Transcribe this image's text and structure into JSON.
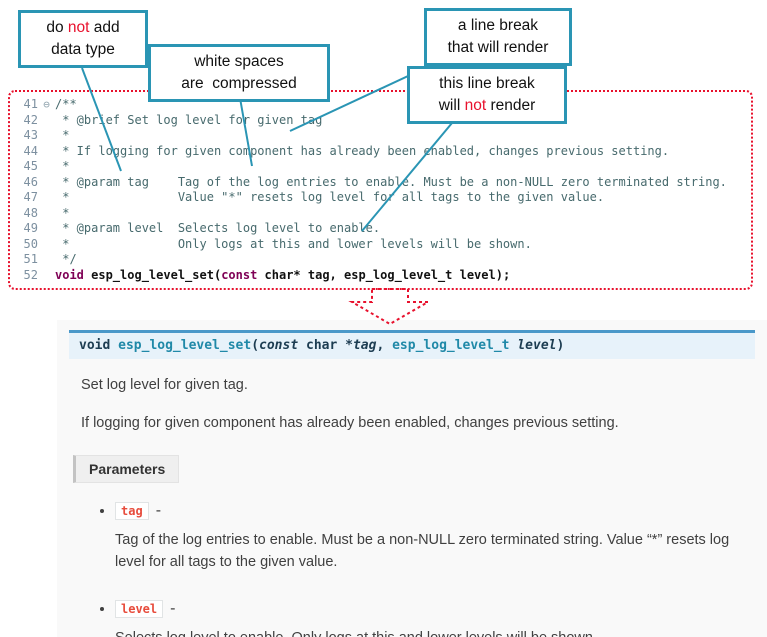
{
  "colors": {
    "callout_border": "#2a95b4",
    "annotation_red": "#e8112d",
    "signature_bar_bg": "#e7f2fa",
    "signature_bar_border": "#4a98c9",
    "inline_code_red": "#e74c3c"
  },
  "callouts": {
    "c1": {
      "l1_pre": "do ",
      "l1_red": "not",
      "l1_post": " add",
      "l2": "data type"
    },
    "c2": {
      "l1": "white spaces",
      "l2": "are  compressed"
    },
    "c3": {
      "l1": "a line break",
      "l2": "that will render"
    },
    "c4": {
      "l1": "this line break",
      "l2_pre": "will ",
      "l2_red": "not",
      "l2_post": " render"
    }
  },
  "code": {
    "lines": [
      {
        "num": "41",
        "fold": "⊖",
        "text": "/**"
      },
      {
        "num": "42",
        "fold": "",
        "text": " * @brief Set log level for given tag"
      },
      {
        "num": "43",
        "fold": "",
        "text": " *"
      },
      {
        "num": "44",
        "fold": "",
        "text": " * If logging for given component has already been enabled, changes previous setting."
      },
      {
        "num": "45",
        "fold": "",
        "text": " *"
      },
      {
        "num": "46",
        "fold": "",
        "text": " * @param tag    Tag of the log entries to enable. Must be a non-NULL zero terminated string."
      },
      {
        "num": "47",
        "fold": "",
        "text": " *               Value \"*\" resets log level for all tags to the given value."
      },
      {
        "num": "48",
        "fold": "",
        "text": " *"
      },
      {
        "num": "49",
        "fold": "",
        "text": " * @param level  Selects log level to enable."
      },
      {
        "num": "50",
        "fold": "",
        "text": " *               Only logs at this and lower levels will be shown."
      },
      {
        "num": "51",
        "fold": "",
        "text": " */"
      }
    ],
    "line52": {
      "num": "52",
      "kw1": "void",
      "mid": " esp_log_level_set(",
      "kw2": "const",
      "rest": " char* tag, esp_log_level_t level);"
    }
  },
  "doc": {
    "sig": {
      "ret": "void ",
      "name": "esp_log_level_set",
      "open": "(",
      "const_kw": "const",
      "char_part": " char *",
      "p1": "tag",
      "comma": ", ",
      "type2": "esp_log_level_t ",
      "p2": "level",
      "close": ")"
    },
    "brief": "Set log level for given tag.",
    "description": "If logging for given component has already been enabled, changes previous setting.",
    "parameters_label": "Parameters",
    "params": [
      {
        "name": "tag",
        "dash": "-",
        "desc": "Tag of the log entries to enable. Must be a non-NULL zero terminated string. Value “*” resets log level for all tags to the given value."
      },
      {
        "name": "level",
        "dash": "-",
        "desc": "Selects log level to enable. Only logs at this and lower levels will be shown."
      }
    ]
  }
}
